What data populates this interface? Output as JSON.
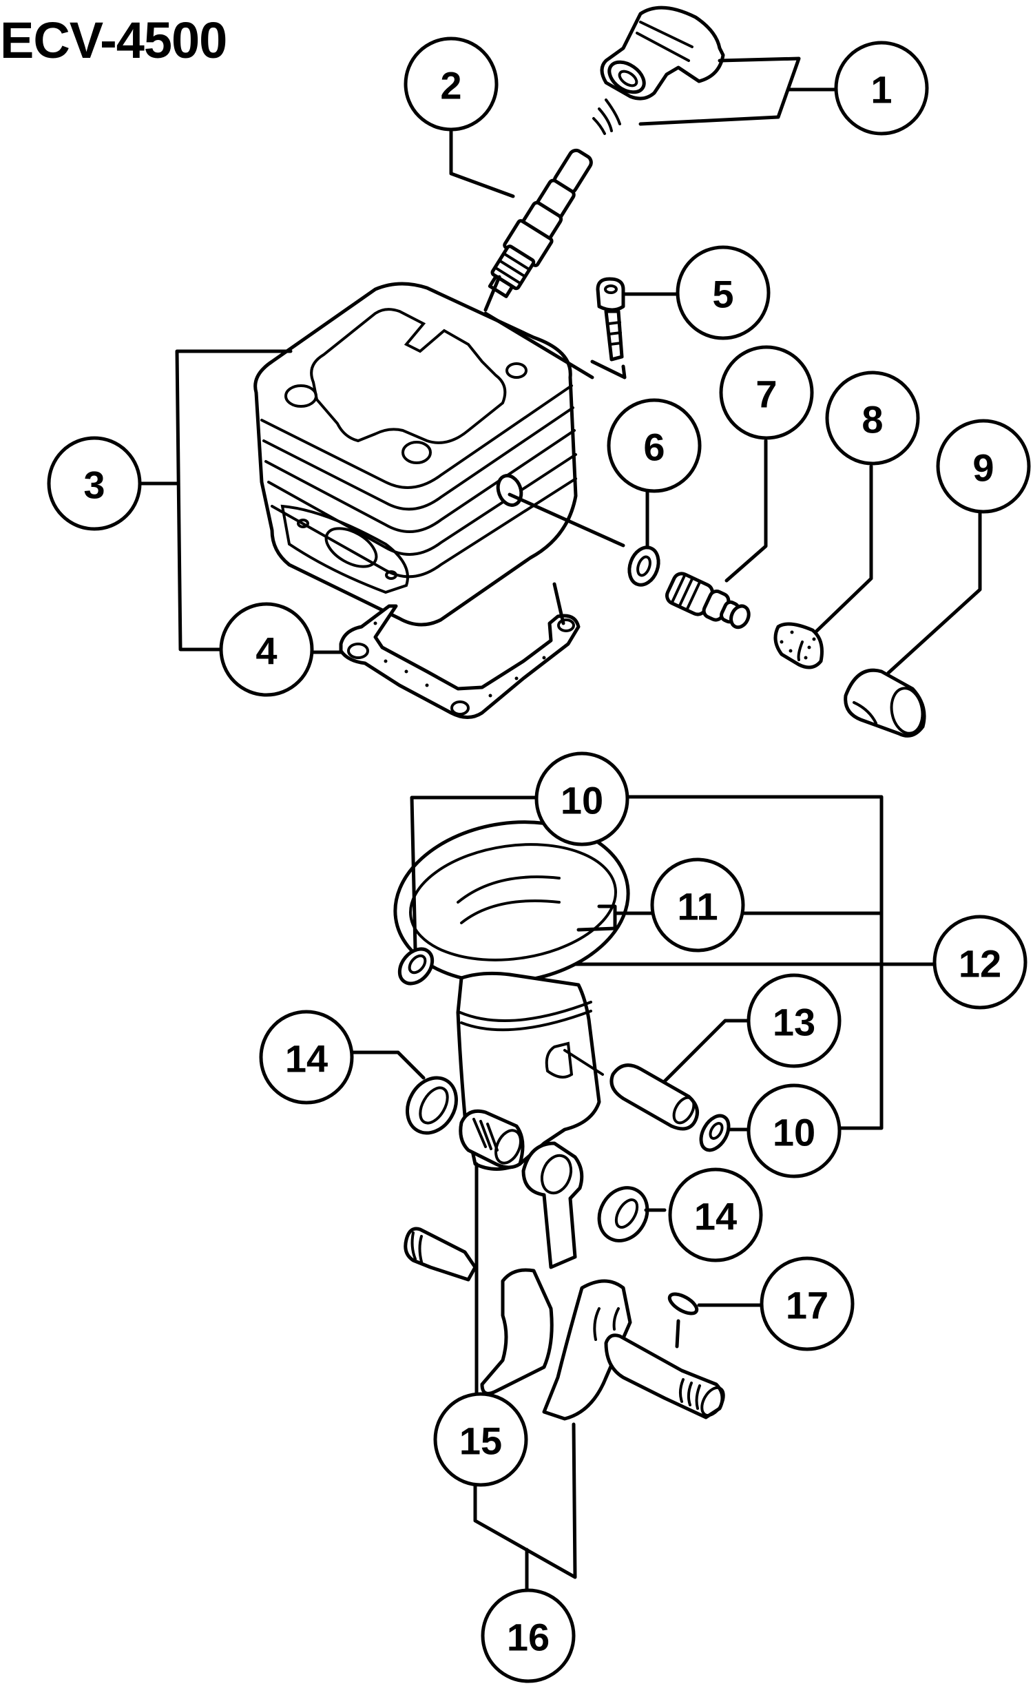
{
  "title": "ECV-4500",
  "callouts": [
    {
      "id": "c1",
      "label": "1"
    },
    {
      "id": "c2",
      "label": "2"
    },
    {
      "id": "c3",
      "label": "3"
    },
    {
      "id": "c4",
      "label": "4"
    },
    {
      "id": "c5",
      "label": "5"
    },
    {
      "id": "c6",
      "label": "6"
    },
    {
      "id": "c7",
      "label": "7"
    },
    {
      "id": "c8",
      "label": "8"
    },
    {
      "id": "c9",
      "label": "9"
    },
    {
      "id": "c10a",
      "label": "10"
    },
    {
      "id": "c11",
      "label": "11"
    },
    {
      "id": "c12",
      "label": "12"
    },
    {
      "id": "c13",
      "label": "13"
    },
    {
      "id": "c14a",
      "label": "14"
    },
    {
      "id": "c10b",
      "label": "10"
    },
    {
      "id": "c14b",
      "label": "14"
    },
    {
      "id": "c17",
      "label": "17"
    },
    {
      "id": "c15",
      "label": "15"
    },
    {
      "id": "c16",
      "label": "16"
    }
  ]
}
